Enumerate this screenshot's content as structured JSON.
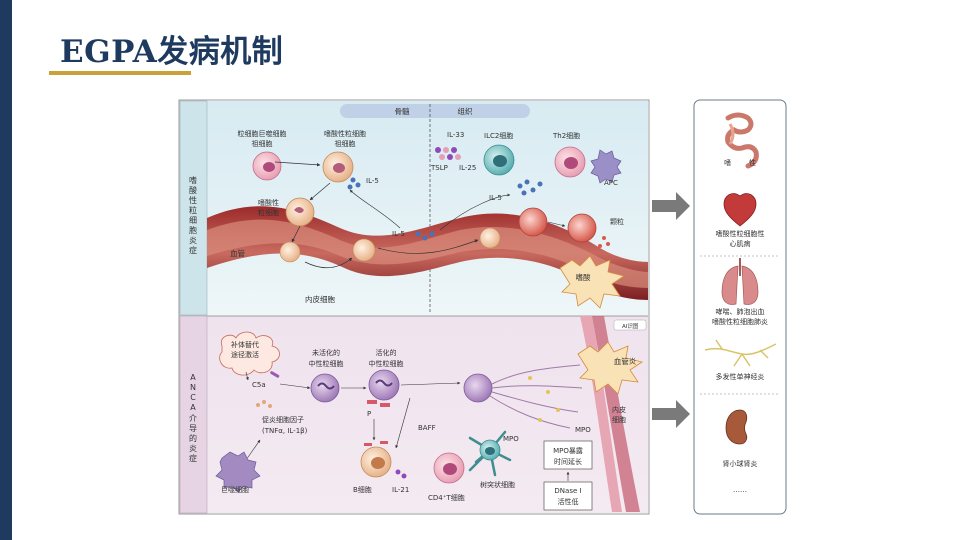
{
  "slide": {
    "title": "EGPA发病机制"
  },
  "diagram": {
    "top_section": {
      "side_label_chars": [
        "嗜",
        "酸",
        "性",
        "粒",
        "细",
        "胞",
        "炎",
        "症"
      ],
      "header_left": "骨髓",
      "header_right": "组织",
      "labels": {
        "macrophage_progenitor": [
          "粒细胞巨噬细胞",
          "祖细胞"
        ],
        "eos_progenitor": [
          "嗜酸性粒细胞",
          "祖细胞"
        ],
        "eosinophil": [
          "嗜酸性",
          "粒细胞"
        ],
        "il5_a": "IL-5",
        "il5_b": "IL-5",
        "il5_c": "IL-5",
        "il33": "IL-33",
        "ilc2": "ILC2细胞",
        "th2": "Th2细胞",
        "tslp": "TSLP",
        "il25": "IL-25",
        "apc": "APC",
        "granule": "颗粒",
        "vessel": "血管",
        "endothelium": "内皮细胞",
        "eos_burst": "嗜酸"
      }
    },
    "bottom_section": {
      "side_label_chars": [
        "A",
        "N",
        "C",
        "A",
        "介",
        "导",
        "的",
        "炎",
        "症"
      ],
      "labels": {
        "complement": [
          "补体替代",
          "途径激活"
        ],
        "c5a": "C5a",
        "inactive_neutrophil": [
          "未活化的",
          "中性粒细胞"
        ],
        "active_neutrophil": [
          "活化的",
          "中性粒细胞"
        ],
        "cytokines": [
          "促炎细胞因子",
          "(TNFα, IL-1β)"
        ],
        "p": "P",
        "baff": "BAFF",
        "mpo_a": "MPO",
        "mpo_b": "MPO",
        "vasculitis": "血管炎",
        "endothelium": [
          "内皮",
          "细胞"
        ],
        "mpo_exposure": [
          "MPO暴露",
          "时间延长"
        ],
        "dnase": [
          "DNase I",
          "活性低"
        ],
        "dendritic": "树突状细胞",
        "macrophage": "巨噬细胞",
        "b_cell": "B细胞",
        "il21": "IL-21",
        "cd4t": "CD4⁺T细胞",
        "ai_badge": "AI识图"
      }
    },
    "organs": [
      {
        "name": "嗜        性",
        "icon": "intestine-icon"
      },
      {
        "name": "嗜酸性粒细胞性\n心肌病",
        "icon": "heart-icon"
      },
      {
        "name": "哮喘、肺泡出血\n嗜酸性粒细胞肺炎",
        "icon": "lung-icon"
      },
      {
        "name": "多发性单神经炎",
        "icon": "nerve-icon"
      },
      {
        "name": "肾小球肾炎",
        "icon": "kidney-icon"
      },
      {
        "name": "……",
        "icon": ""
      }
    ]
  }
}
